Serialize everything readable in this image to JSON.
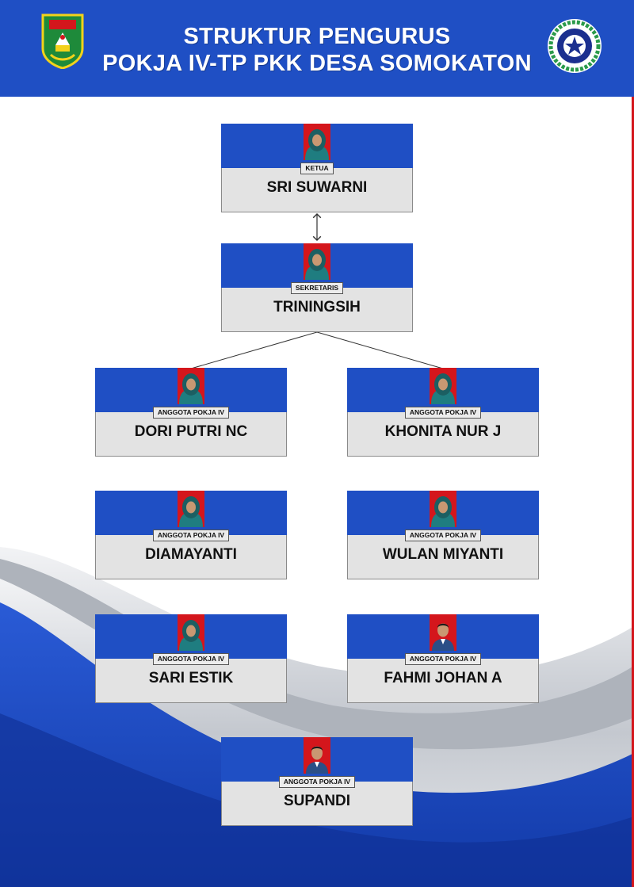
{
  "header": {
    "title_line1": "STRUKTUR PENGURUS",
    "title_line2": "POKJA IV-TP PKK DESA SOMOKATON",
    "background_color": "#1f4fc4",
    "left_logo": "kabupaten-magelang-emblem-icon",
    "right_logo": "pkk-emblem-icon"
  },
  "members": [
    {
      "role": "KETUA",
      "name": "SRI SUWARNI",
      "photo": "woman-hijab-icon"
    },
    {
      "role": "SEKRETARIS",
      "name": "TRININGSIH",
      "photo": "woman-hijab-icon"
    },
    {
      "role": "ANGGOTA POKJA IV",
      "name": "DORI PUTRI NC",
      "photo": "woman-hijab-icon"
    },
    {
      "role": "ANGGOTA POKJA IV",
      "name": "KHONITA NUR J",
      "photo": "woman-hijab-icon"
    },
    {
      "role": "ANGGOTA POKJA IV",
      "name": "DIAMAYANTI",
      "photo": "woman-hijab-icon"
    },
    {
      "role": "ANGGOTA POKJA IV",
      "name": "WULAN MIYANTI",
      "photo": "woman-hijab-icon"
    },
    {
      "role": "ANGGOTA POKJA IV",
      "name": "SARI ESTIK",
      "photo": "woman-hijab-icon"
    },
    {
      "role": "ANGGOTA POKJA IV",
      "name": "FAHMI JOHAN A",
      "photo": "man-icon"
    },
    {
      "role": "ANGGOTA POKJA IV",
      "name": "SUPANDI",
      "photo": "man-icon"
    }
  ],
  "colors": {
    "band": "#1f4fc4",
    "photo_background": "#d4161c",
    "name_box": "#e3e3e3",
    "wave_blue": "#1d4cc3",
    "wave_silver": "#c9ced6"
  }
}
